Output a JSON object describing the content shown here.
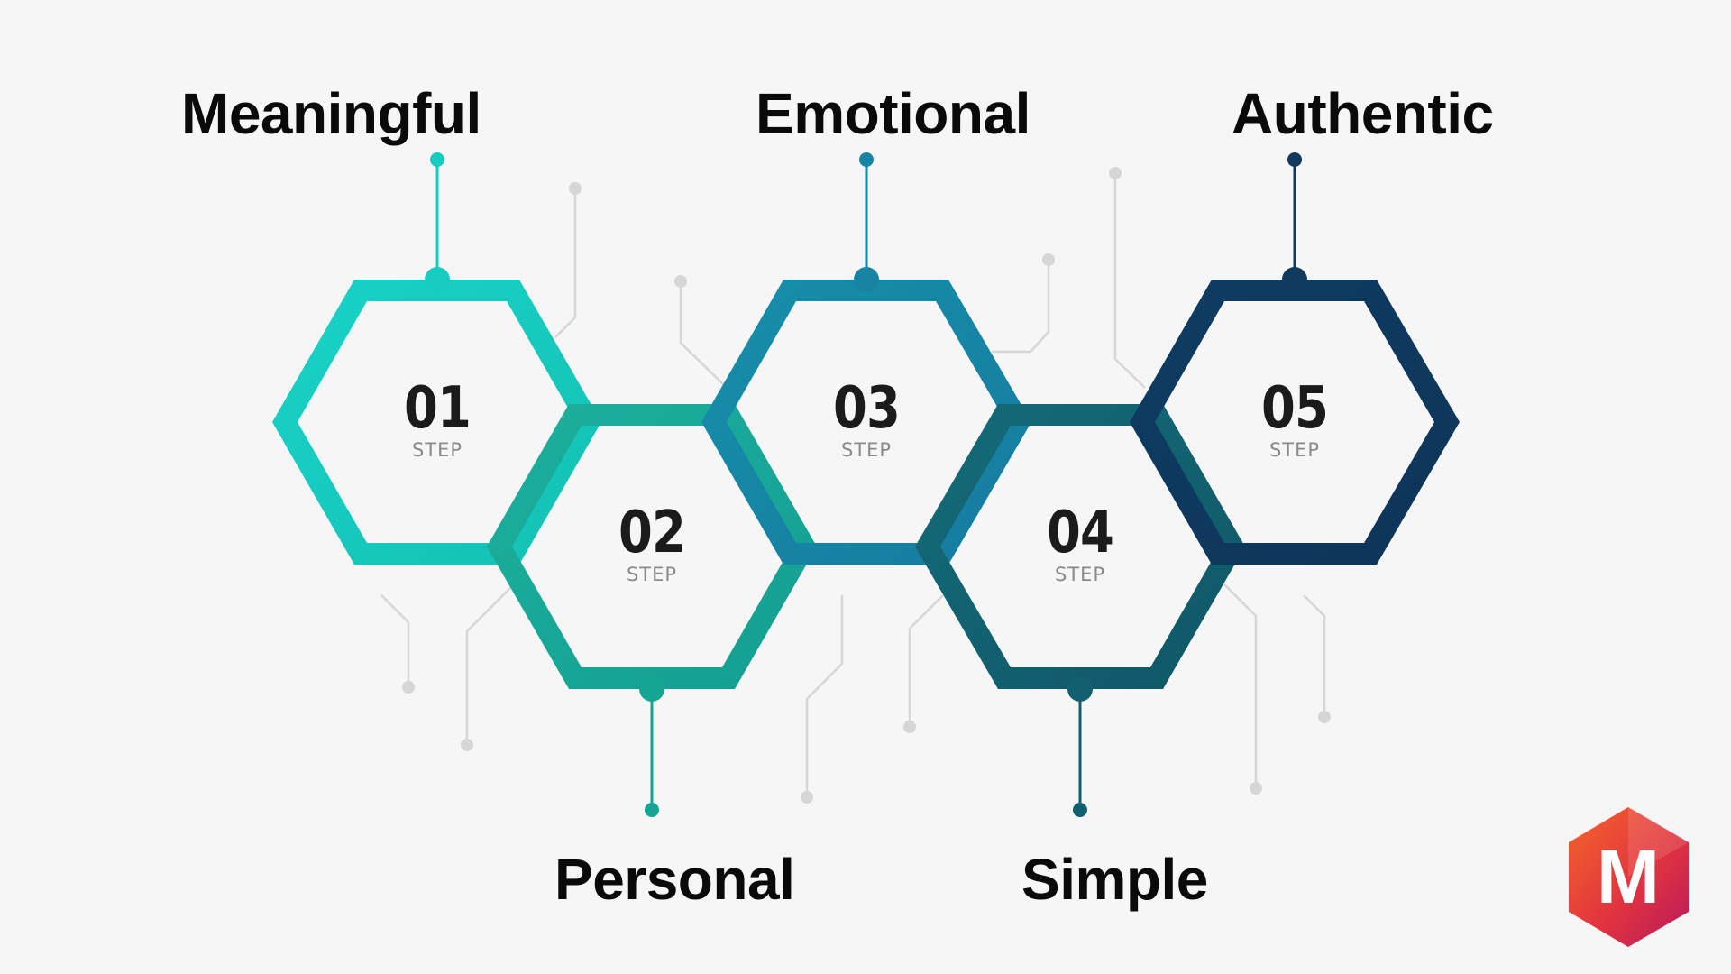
{
  "steps": [
    {
      "number": "01",
      "word": "STEP",
      "label": "Meaningful",
      "color": "#16cbc0"
    },
    {
      "number": "02",
      "word": "STEP",
      "label": "Personal",
      "color": "#17a593"
    },
    {
      "number": "03",
      "word": "STEP",
      "label": "Emotional",
      "color": "#1784a4"
    },
    {
      "number": "04",
      "word": "STEP",
      "label": "Simple",
      "color": "#12606f"
    },
    {
      "number": "05",
      "word": "STEP",
      "label": "Authentic",
      "color": "#0f3a5e"
    }
  ],
  "logo": {
    "letter": "M",
    "colors": [
      "#f25a2a",
      "#c21c5e"
    ],
    "icon": "hexagon-logo-icon"
  }
}
